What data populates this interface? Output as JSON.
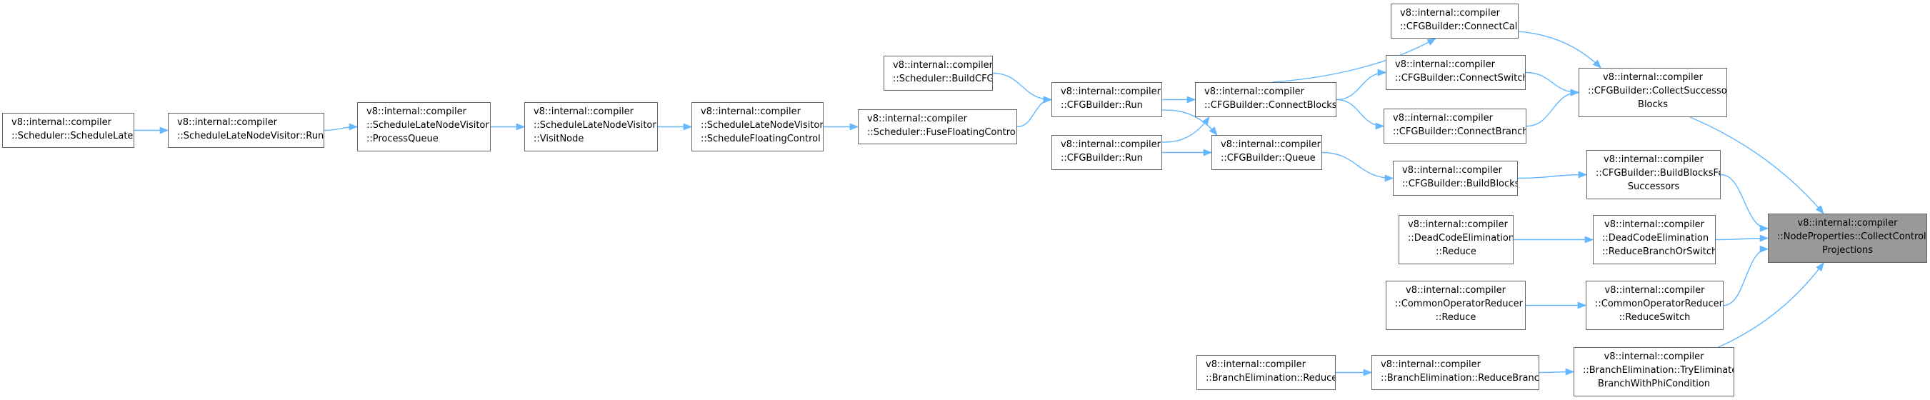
{
  "diagram": {
    "edge_color": "#63b8ff",
    "selected_fill": "#999999",
    "nodes": [
      {
        "id": "n0",
        "lines": [
          "v8::internal::compiler",
          "::NodeProperties::CollectControl",
          "Projections"
        ],
        "selected": true
      },
      {
        "id": "n1",
        "lines": [
          "v8::internal::compiler",
          "::CFGBuilder::CollectSuccessor",
          "Blocks"
        ]
      },
      {
        "id": "n2",
        "lines": [
          "v8::internal::compiler",
          "::CFGBuilder::ConnectCall"
        ]
      },
      {
        "id": "n3",
        "lines": [
          "v8::internal::compiler",
          "::CFGBuilder::ConnectSwitch"
        ]
      },
      {
        "id": "n4",
        "lines": [
          "v8::internal::compiler",
          "::CFGBuilder::ConnectBranch"
        ]
      },
      {
        "id": "n5",
        "lines": [
          "v8::internal::compiler",
          "::CFGBuilder::ConnectBlocks"
        ]
      },
      {
        "id": "n6",
        "lines": [
          "v8::internal::compiler",
          "::CFGBuilder::Run"
        ]
      },
      {
        "id": "n7",
        "lines": [
          "v8::internal::compiler",
          "::CFGBuilder::Run"
        ]
      },
      {
        "id": "n8",
        "lines": [
          "v8::internal::compiler",
          "::CFGBuilder::Queue"
        ]
      },
      {
        "id": "n9",
        "lines": [
          "v8::internal::compiler",
          "::Scheduler::BuildCFG"
        ]
      },
      {
        "id": "n10",
        "lines": [
          "v8::internal::compiler",
          "::Scheduler::FuseFloatingControl"
        ]
      },
      {
        "id": "n11",
        "lines": [
          "v8::internal::compiler",
          "::ScheduleLateNodeVisitor",
          "::ScheduleFloatingControl"
        ]
      },
      {
        "id": "n12",
        "lines": [
          "v8::internal::compiler",
          "::ScheduleLateNodeVisitor",
          "::VisitNode"
        ]
      },
      {
        "id": "n13",
        "lines": [
          "v8::internal::compiler",
          "::ScheduleLateNodeVisitor",
          "::ProcessQueue"
        ]
      },
      {
        "id": "n14",
        "lines": [
          "v8::internal::compiler",
          "::ScheduleLateNodeVisitor::Run"
        ]
      },
      {
        "id": "n15",
        "lines": [
          "v8::internal::compiler",
          "::Scheduler::ScheduleLate"
        ]
      },
      {
        "id": "n16",
        "lines": [
          "v8::internal::compiler",
          "::CFGBuilder::BuildBlocks"
        ]
      },
      {
        "id": "n17",
        "lines": [
          "v8::internal::compiler",
          "::CFGBuilder::BuildBlocksFor",
          "Successors"
        ]
      },
      {
        "id": "n18",
        "lines": [
          "v8::internal::compiler",
          "::DeadCodeElimination",
          "::ReduceBranchOrSwitch"
        ]
      },
      {
        "id": "n19",
        "lines": [
          "v8::internal::compiler",
          "::DeadCodeElimination",
          "::Reduce"
        ]
      },
      {
        "id": "n20",
        "lines": [
          "v8::internal::compiler",
          "::CommonOperatorReducer",
          "::ReduceSwitch"
        ]
      },
      {
        "id": "n21",
        "lines": [
          "v8::internal::compiler",
          "::CommonOperatorReducer",
          "::Reduce"
        ]
      },
      {
        "id": "n22",
        "lines": [
          "v8::internal::compiler",
          "::BranchElimination::TryEliminate",
          "BranchWithPhiCondition"
        ]
      },
      {
        "id": "n23",
        "lines": [
          "v8::internal::compiler",
          "::BranchElimination::ReduceBranch"
        ]
      },
      {
        "id": "n24",
        "lines": [
          "v8::internal::compiler",
          "::BranchElimination::Reduce"
        ]
      }
    ],
    "edges": [
      {
        "from": "n1",
        "to": "n0"
      },
      {
        "from": "n17",
        "to": "n0"
      },
      {
        "from": "n18",
        "to": "n0"
      },
      {
        "from": "n20",
        "to": "n0"
      },
      {
        "from": "n22",
        "to": "n0"
      },
      {
        "from": "n2",
        "to": "n1"
      },
      {
        "from": "n3",
        "to": "n1"
      },
      {
        "from": "n4",
        "to": "n1"
      },
      {
        "from": "n5",
        "to": "n2"
      },
      {
        "from": "n5",
        "to": "n3"
      },
      {
        "from": "n5",
        "to": "n4"
      },
      {
        "from": "n6",
        "to": "n5"
      },
      {
        "from": "n7",
        "to": "n5"
      },
      {
        "from": "n9",
        "to": "n6"
      },
      {
        "from": "n10",
        "to": "n6"
      },
      {
        "from": "n6",
        "to": "n8"
      },
      {
        "from": "n7",
        "to": "n8"
      },
      {
        "from": "n11",
        "to": "n10"
      },
      {
        "from": "n12",
        "to": "n11"
      },
      {
        "from": "n13",
        "to": "n12"
      },
      {
        "from": "n14",
        "to": "n13"
      },
      {
        "from": "n15",
        "to": "n14"
      },
      {
        "from": "n8",
        "to": "n16"
      },
      {
        "from": "n16",
        "to": "n17"
      },
      {
        "from": "n19",
        "to": "n18"
      },
      {
        "from": "n21",
        "to": "n20"
      },
      {
        "from": "n23",
        "to": "n22"
      },
      {
        "from": "n24",
        "to": "n23"
      }
    ]
  }
}
